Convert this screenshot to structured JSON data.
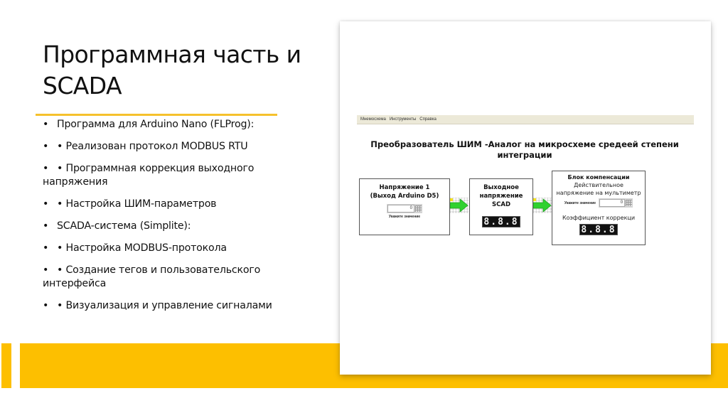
{
  "slide": {
    "title": "Программная часть и SCADA",
    "bullets": [
      {
        "marker": "•",
        "text": "Программа для Arduino Nano (FLProg):"
      },
      {
        "marker": "•",
        "text": "• Реализован протокол MODBUS RTU"
      },
      {
        "marker": "•",
        "text": "• Программная коррекция выходного напряжения"
      },
      {
        "marker": "•",
        "text": "• Настройка ШИМ-параметров"
      },
      {
        "marker": "•",
        "text": "SCADA-система (Simplite):"
      },
      {
        "marker": "•",
        "text": "• Настройка MODBUS-протокола"
      },
      {
        "marker": "•",
        "text": "• Создание тегов и пользовательского интерфейса"
      },
      {
        "marker": "•",
        "text": "• Визуализация и управление сигналами"
      }
    ],
    "colors": {
      "accent": "#fdbf00",
      "rule": "#f6c12c"
    }
  },
  "scada": {
    "menu": [
      "Мнемосхема",
      "Инструменты",
      "Справка"
    ],
    "title": "Преобразователь ШИМ -Аналог на микросхеме средеей степени интеграции",
    "block1": {
      "title_line1": "Напряжение 1",
      "title_line2": "(Выход Arduino D5)",
      "input_value": "0",
      "hint": "Укажите значение"
    },
    "block2": {
      "title_line1": "Выходное",
      "title_line2": "напряжение SCAD",
      "display": "8.8.8"
    },
    "block3": {
      "title": "Блок компенсации",
      "sub_line1": "Действительное",
      "sub_line2": "напряжение на мультиметр",
      "hint": "Укажите значение",
      "input_value": "0",
      "coef_label": "Коэффициент коррекци",
      "display": "8.8.8"
    }
  }
}
